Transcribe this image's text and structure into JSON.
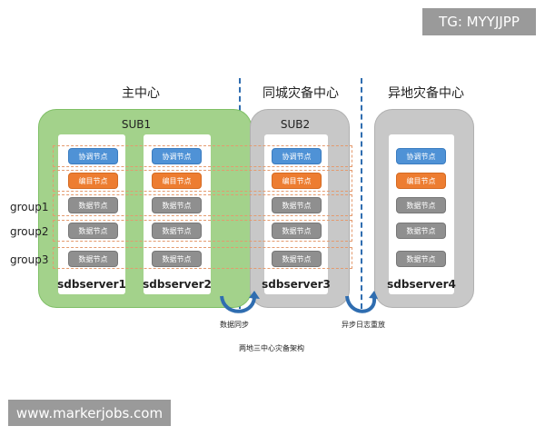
{
  "tag": "TG: MYYJJPP",
  "watermark": "www.markerjobs.com",
  "centers": {
    "main": "主中心",
    "same_city": "同城灾备中心",
    "remote": "异地灾备中心"
  },
  "subs": {
    "sub1": "SUB1",
    "sub2": "SUB2"
  },
  "servers": [
    "sdbserver1",
    "sdbserver2",
    "sdbserver3",
    "sdbserver4"
  ],
  "nodes": {
    "coord": "协调节点",
    "catalog": "编目节点",
    "data": "数据节点"
  },
  "groups": [
    "group1",
    "group2",
    "group3"
  ],
  "flows": {
    "sync": "数据同步",
    "replay": "异步日志重放"
  },
  "caption": "两地三中心灾备架构",
  "colors": {
    "main_center": "#a3d28b",
    "standby_center": "#c8c8c8",
    "coord_node": "#4f92d6",
    "catalog_node": "#ed7d31",
    "data_node": "#8f8f8f",
    "divider": "#2f6db0"
  }
}
